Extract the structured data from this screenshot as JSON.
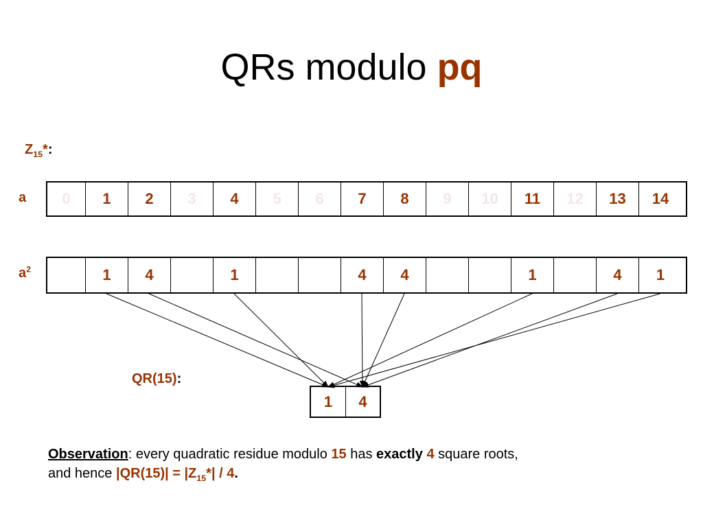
{
  "title": {
    "prefix": "QRs modulo ",
    "emphasis": "pq"
  },
  "group": {
    "base": "Z",
    "sub": "15",
    "tail": "*",
    "colon": ":"
  },
  "row_a": {
    "label": "a",
    "cells": [
      {
        "text": "0",
        "in_group": false
      },
      {
        "text": "1",
        "in_group": true
      },
      {
        "text": "2",
        "in_group": true
      },
      {
        "text": "3",
        "in_group": false
      },
      {
        "text": "4",
        "in_group": true
      },
      {
        "text": "5",
        "in_group": false
      },
      {
        "text": "6",
        "in_group": false
      },
      {
        "text": "7",
        "in_group": true
      },
      {
        "text": "8",
        "in_group": true
      },
      {
        "text": "9",
        "in_group": false
      },
      {
        "text": "10",
        "in_group": false
      },
      {
        "text": "11",
        "in_group": true
      },
      {
        "text": "12",
        "in_group": false
      },
      {
        "text": "13",
        "in_group": true
      },
      {
        "text": "14",
        "in_group": true
      }
    ]
  },
  "row_a2": {
    "label_base": "a",
    "label_sup": "2",
    "cells": [
      "",
      "1",
      "4",
      "",
      "1",
      "",
      "",
      "4",
      "4",
      "",
      "",
      "1",
      "",
      "4",
      "1"
    ]
  },
  "qr": {
    "label": "QR(15)",
    "colon": ":",
    "cells": [
      "1",
      "4"
    ]
  },
  "observation": {
    "heading": "Observation",
    "after_heading": ":  every quadratic residue modulo ",
    "modulus": "15",
    "has": " has ",
    "exactly": "exactly",
    "space": " ",
    "count": "4",
    "rest": " square roots,",
    "line2_start": "and hence ",
    "formula_start": "|QR(15)| = |Z",
    "formula_sub": "15",
    "formula_end": "*| / 4",
    "period": "."
  },
  "colors": {
    "accent": "#993300",
    "faint": "#f3e6e6",
    "line": "#000000"
  }
}
